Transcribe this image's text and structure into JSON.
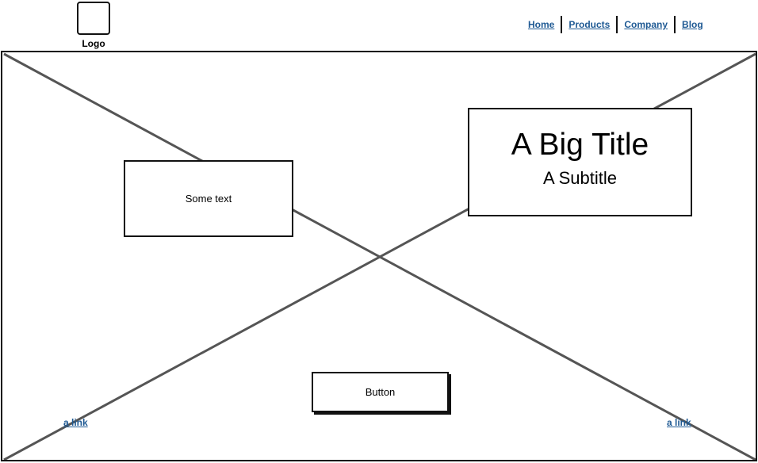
{
  "header": {
    "logo_label": "Logo",
    "nav": [
      "Home",
      "Products",
      "Company",
      "Blog"
    ]
  },
  "hero": {
    "text_box": "Some text",
    "title": "A Big Title",
    "subtitle": "A Subtitle",
    "button_label": "Button",
    "link_left": "a link",
    "link_right": "a link"
  },
  "colors": {
    "link": "#1f5a94",
    "border": "#111111",
    "placeholder_lines": "#555555"
  }
}
